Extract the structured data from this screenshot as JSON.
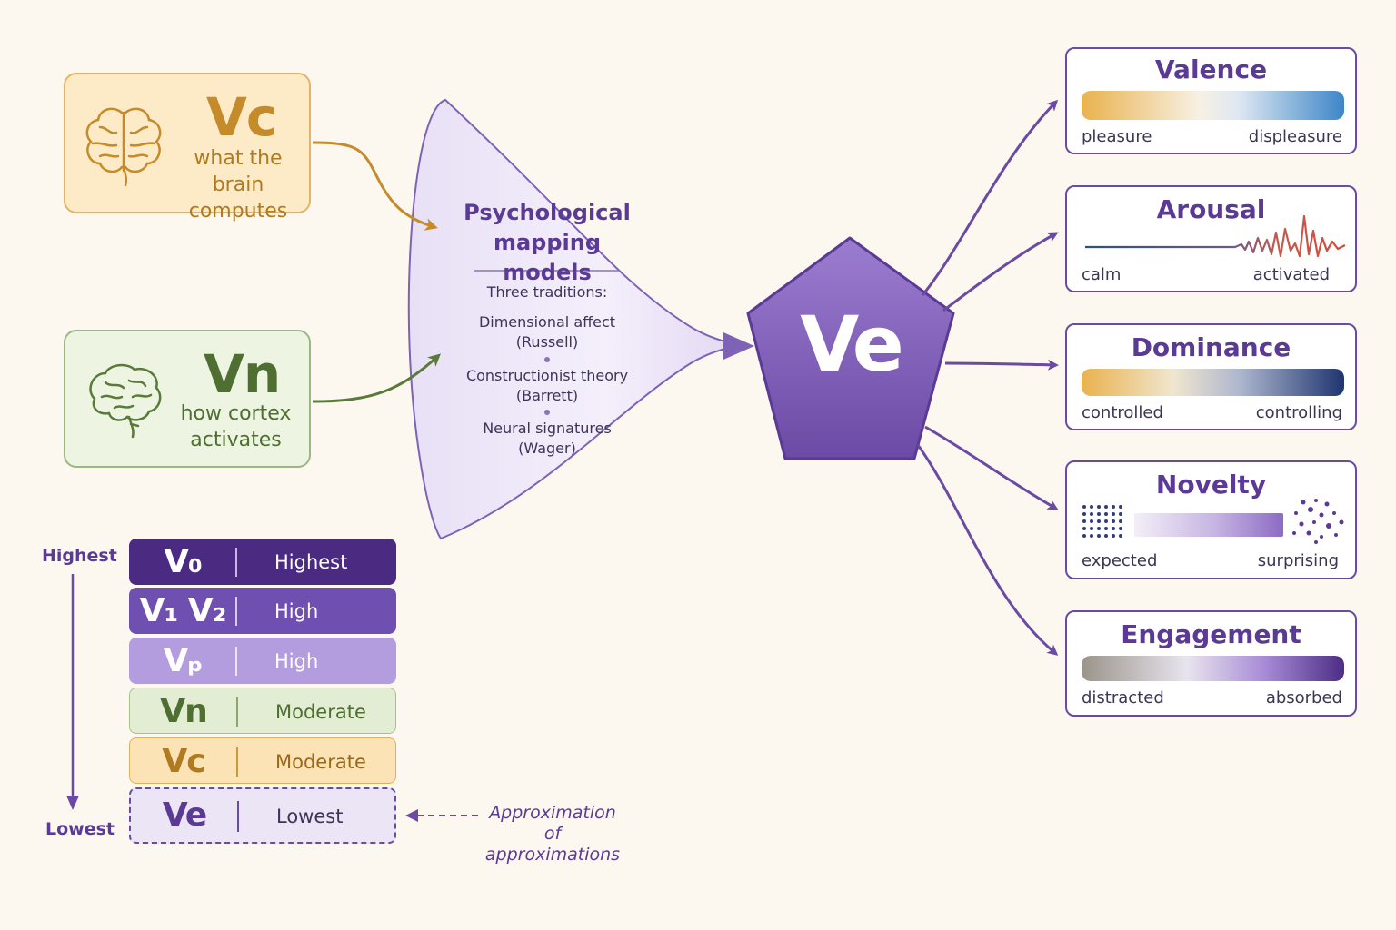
{
  "sources": {
    "vc": {
      "symbol": "Vc",
      "description": [
        "what the brain",
        "computes"
      ]
    },
    "vn": {
      "symbol": "Vn",
      "description": [
        "how cortex",
        "activates"
      ]
    }
  },
  "funnel": {
    "title": [
      "Psychological",
      "mapping models"
    ],
    "subtitle": "Three traditions:",
    "traditions": [
      {
        "name": "Dimensional affect",
        "author": "(Russell)"
      },
      {
        "name": "Constructionist theory",
        "author": "(Barrett)"
      },
      {
        "name": "Neural signatures",
        "author": "(Wager)"
      }
    ]
  },
  "ve": {
    "symbol": "Ve"
  },
  "dimensions": [
    {
      "name": "Valence",
      "low": "pleasure",
      "high": "displeasure"
    },
    {
      "name": "Arousal",
      "low": "calm",
      "high": "activated"
    },
    {
      "name": "Dominance",
      "low": "controlled",
      "high": "controlling"
    },
    {
      "name": "Novelty",
      "low": "expected",
      "high": "surprising"
    },
    {
      "name": "Engagement",
      "low": "distracted",
      "high": "absorbed"
    }
  ],
  "hierarchy": {
    "top_label": "Highest",
    "bottom_label": "Lowest",
    "rows": [
      {
        "symbol": "V₀",
        "level": "Highest"
      },
      {
        "symbol": "V₁ V₂",
        "level": "High"
      },
      {
        "symbol": "Vₚ",
        "level": "High"
      },
      {
        "symbol": "Vn",
        "level": "Moderate"
      },
      {
        "symbol": "Vc",
        "level": "Moderate"
      },
      {
        "symbol": "Ve",
        "level": "Lowest"
      }
    ],
    "annotation": [
      "Approximation",
      "of approximations"
    ]
  },
  "colors": {
    "purple": "#6a4aa2",
    "orange": "#c58a2a",
    "green": "#5a7a3a",
    "background": "#fcf8f0"
  }
}
